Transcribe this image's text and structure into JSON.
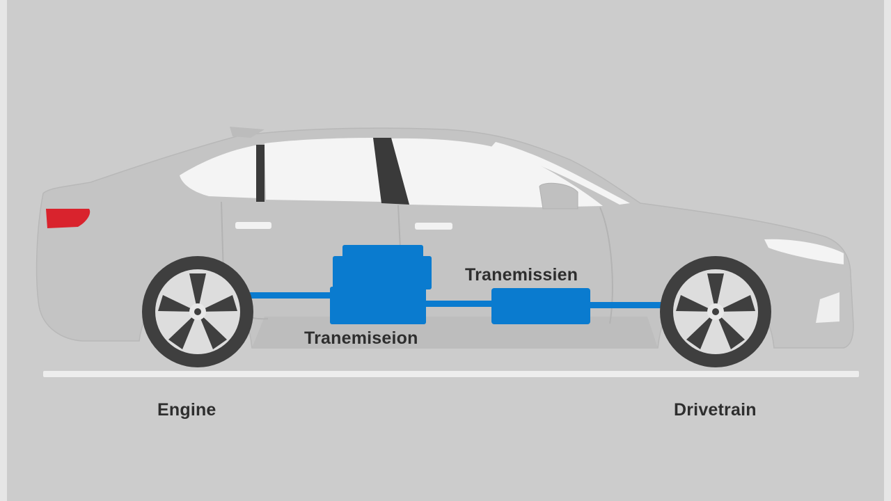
{
  "labels": {
    "transmission_upper": "Tranemissien",
    "transmission_lower": "Tranemiseion",
    "engine": "Engine",
    "drivetrain": "Drivetrain"
  },
  "colors": {
    "background": "#cccccc",
    "car_body": "#c4c4c4",
    "windows": "#f4f4f4",
    "drivetrain_components": "#0a7bcf",
    "taillight": "#d9232d",
    "tire": "#3f3f3f",
    "ground_line": "#ededed",
    "label_text": "#2e2e2e"
  },
  "icons": [
    "sedan-car-icon",
    "wheel-icon",
    "taillight-icon",
    "headlight-icon"
  ]
}
